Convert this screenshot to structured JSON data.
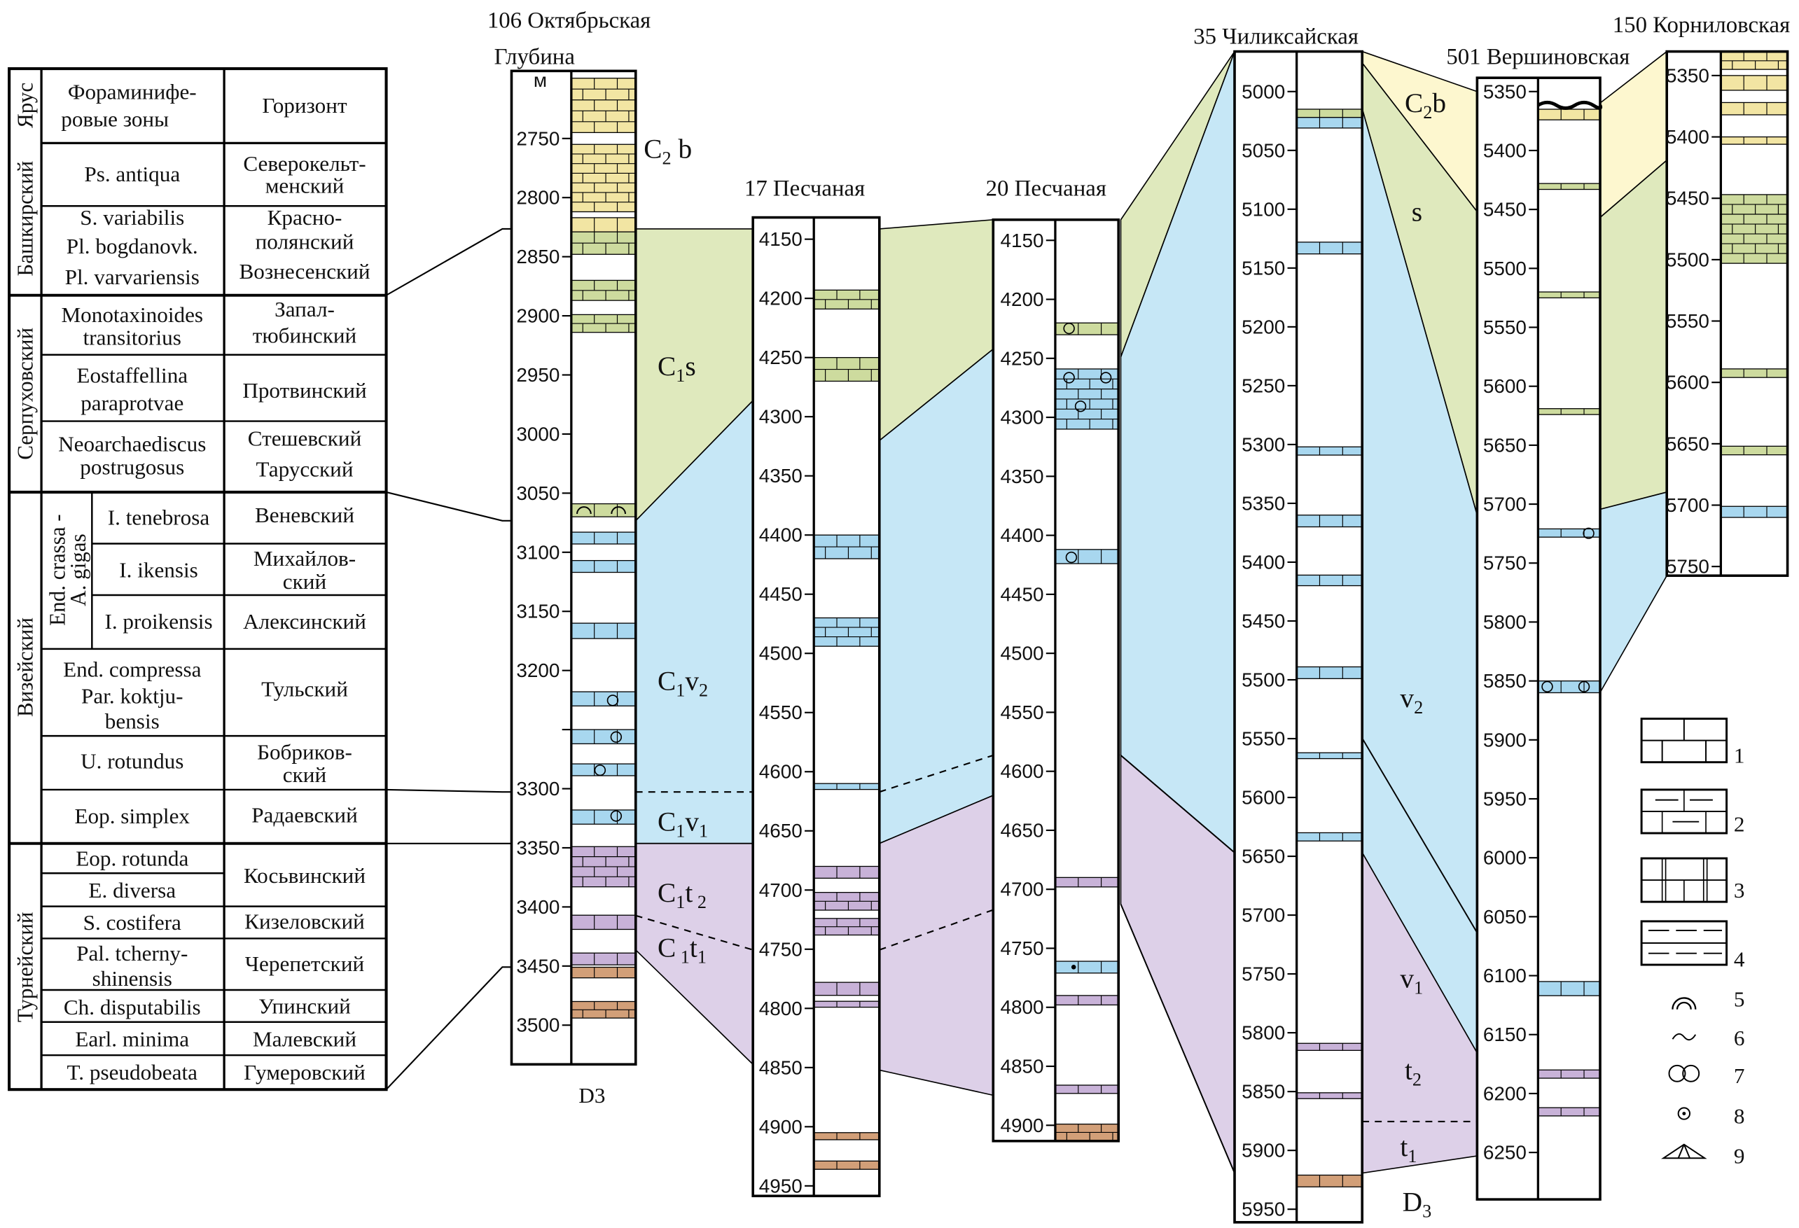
{
  "depth_label": "Глубина",
  "depth_unit": "м",
  "table": {
    "header": {
      "stage": "Ярус",
      "zone": [
        "Фораминифе-",
        "ровые зоны"
      ],
      "horizon": "Горизонт"
    },
    "stages": [
      "Башкирский",
      "Серпуховский",
      "Визейский",
      "Турнейский"
    ],
    "group_zone": [
      "End. crassa -",
      "A. gigas"
    ],
    "zones": [
      [
        "Ps. antiqua"
      ],
      [
        "S. variabilis",
        "Pl. bogdanovk.",
        "Pl. varvariensis"
      ],
      [
        "Monotaxinoides",
        "transitorius"
      ],
      [
        "Eostaffellina",
        "paraprotvae"
      ],
      [
        "Neoarchaediscus",
        "postrugosus"
      ],
      [
        "I. tenebrosa"
      ],
      [
        "I. ikensis"
      ],
      [
        "I. proikensis"
      ],
      [
        "End. compressa",
        "Par. koktju-",
        "bensis"
      ],
      [
        "U. rotundus"
      ],
      [
        "Eop. simplex"
      ],
      [
        "Eop. rotunda"
      ],
      [
        "E. diversa"
      ],
      [
        "S. costifera"
      ],
      [
        "Pal. tcherny-",
        "shinensis"
      ],
      [
        "Ch. disputabilis"
      ],
      [
        "Earl. minima"
      ],
      [
        "T. pseudobeata"
      ]
    ],
    "horizons": [
      [
        "Северокельт-",
        "менский"
      ],
      [
        "Красно-",
        "полянский"
      ],
      [
        "Вознесенский"
      ],
      [
        "Запал-",
        "тюбинский"
      ],
      [
        "Протвинский"
      ],
      [
        "Стешевский"
      ],
      [
        "Тарусский"
      ],
      [
        "Веневский"
      ],
      [
        "Михайлов-",
        "ский"
      ],
      [
        "Алексинский"
      ],
      [
        "Тульский"
      ],
      [
        "Бобриков-",
        "ский"
      ],
      [
        "Радаевский"
      ],
      [
        "Косьвинский"
      ],
      [
        "Кизеловский"
      ],
      [
        "Черепетский"
      ],
      [
        "Упинский"
      ],
      [
        "Малевский"
      ],
      [
        "Гумеровский"
      ]
    ]
  },
  "colors": {
    "zone_yellow": "#fdf7cf",
    "zone_green": "#dfe9bd",
    "zone_blue": "#c6e7f6",
    "zone_purple": "#ddd0e8",
    "bed_y": "#f2e5a3",
    "bed_g": "#cddb9e",
    "bed_b": "#a8d7ef",
    "bed_p": "#c8b2d8",
    "bed_r": "#d29f78"
  },
  "wells": [
    {
      "name": "106 Октябрьская",
      "ticks": [
        2750,
        2800,
        2850,
        2900,
        2950,
        3000,
        3050,
        3100,
        3150,
        3200,
        3300,
        3350,
        3400,
        3450,
        3500
      ],
      "minor_ticks": [
        3250
      ],
      "bottom_label": "D3",
      "beds": [
        [
          2699,
          2745,
          "y"
        ],
        [
          2755,
          2812,
          "y"
        ],
        [
          2817,
          2829,
          "y"
        ],
        [
          2829,
          2848,
          "g"
        ],
        [
          2870,
          2887,
          "g"
        ],
        [
          2899,
          2914,
          "g"
        ],
        [
          3059,
          3070,
          "g"
        ],
        [
          3083,
          3093,
          "b"
        ],
        [
          3107,
          3117,
          "b"
        ],
        [
          3160,
          3173,
          "b"
        ],
        [
          3218,
          3230,
          "b"
        ],
        [
          3250,
          3262,
          "b"
        ],
        [
          3279,
          3289,
          "b"
        ],
        [
          3318,
          3330,
          "b"
        ],
        [
          3349,
          3383,
          "p"
        ],
        [
          3407,
          3419,
          "p"
        ],
        [
          3439,
          3449,
          "p"
        ],
        [
          3451,
          3460,
          "r"
        ],
        [
          3480,
          3494,
          "r"
        ]
      ]
    },
    {
      "name": "17 Песчаная",
      "ticks": [
        4150,
        4200,
        4250,
        4300,
        4350,
        4400,
        4450,
        4500,
        4550,
        4600,
        4650,
        4700,
        4750,
        4800,
        4850,
        4900,
        4950
      ],
      "minor_ticks": [],
      "beds": [
        [
          4193,
          4209,
          "g"
        ],
        [
          4250,
          4270,
          "g"
        ],
        [
          4400,
          4420,
          "b"
        ],
        [
          4470,
          4494,
          "b"
        ],
        [
          4610,
          4615,
          "b"
        ],
        [
          4680,
          4690,
          "p"
        ],
        [
          4702,
          4717,
          "p"
        ],
        [
          4724,
          4738,
          "p"
        ],
        [
          4778,
          4789,
          "p"
        ],
        [
          4794,
          4799,
          "p"
        ],
        [
          4905,
          4911,
          "r"
        ],
        [
          4929,
          4936,
          "r"
        ]
      ]
    },
    {
      "name": "20 Песчаная",
      "ticks": [
        4150,
        4200,
        4250,
        4300,
        4350,
        4400,
        4450,
        4500,
        4550,
        4600,
        4650,
        4700,
        4750,
        4800,
        4850,
        4900
      ],
      "minor_ticks": [],
      "beds": [
        [
          4220,
          4230,
          "g"
        ],
        [
          4259,
          4310,
          "b"
        ],
        [
          4412,
          4424,
          "b"
        ],
        [
          4690,
          4698,
          "p"
        ],
        [
          4761,
          4771,
          "b"
        ],
        [
          4790,
          4798,
          "p"
        ],
        [
          4866,
          4873,
          "p"
        ],
        [
          4899,
          4913,
          "r"
        ]
      ]
    },
    {
      "name": "35 Чиликсайская",
      "ticks": [
        5000,
        5050,
        5100,
        5150,
        5200,
        5250,
        5300,
        5350,
        5400,
        5450,
        5500,
        5550,
        5600,
        5650,
        5700,
        5750,
        5800,
        5850,
        5900,
        5950
      ],
      "minor_ticks": [],
      "beds": [
        [
          5015,
          5022,
          "g"
        ],
        [
          5022,
          5031,
          "b"
        ],
        [
          5128,
          5138,
          "b"
        ],
        [
          5302,
          5309,
          "b"
        ],
        [
          5360,
          5370,
          "b"
        ],
        [
          5411,
          5420,
          "b"
        ],
        [
          5489,
          5499,
          "b"
        ],
        [
          5562,
          5567,
          "b"
        ],
        [
          5630,
          5637,
          "b"
        ],
        [
          5809,
          5815,
          "p"
        ],
        [
          5851,
          5856,
          "p"
        ],
        [
          5921,
          5931,
          "r"
        ]
      ]
    },
    {
      "name": "501 Вершиновская",
      "ticks": [
        5350,
        5400,
        5450,
        5500,
        5550,
        5600,
        5650,
        5700,
        5750,
        5800,
        5850,
        5900,
        5950,
        6000,
        6050,
        6100,
        6150,
        6200,
        6250
      ],
      "minor_ticks": [],
      "beds": [
        [
          5365,
          5374,
          "y"
        ],
        [
          5428,
          5433,
          "g"
        ],
        [
          5520,
          5525,
          "g"
        ],
        [
          5619,
          5624,
          "g"
        ],
        [
          5721,
          5728,
          "b"
        ],
        [
          5850,
          5860,
          "b"
        ],
        [
          6105,
          6117,
          "b"
        ],
        [
          6180,
          6187,
          "p"
        ],
        [
          6212,
          6219,
          "p"
        ]
      ]
    },
    {
      "name": "150 Корниловская",
      "ticks": [
        5350,
        5400,
        5450,
        5500,
        5550,
        5600,
        5650,
        5700,
        5750
      ],
      "minor_ticks": [],
      "beds": [
        [
          5331,
          5345,
          "y"
        ],
        [
          5350,
          5362,
          "y"
        ],
        [
          5372,
          5382,
          "y"
        ],
        [
          5400,
          5406,
          "y"
        ],
        [
          5447,
          5503,
          "g"
        ],
        [
          5589,
          5596,
          "g"
        ],
        [
          5652,
          5659,
          "g"
        ],
        [
          5701,
          5710,
          "b"
        ]
      ]
    }
  ],
  "zone_labels_left": [
    {
      "c": "C",
      "sub": "2",
      "rest": " b"
    },
    {
      "c": "C",
      "sub": "1",
      "rest": "s"
    },
    {
      "c": "C",
      "sub": "1",
      "rest": "v",
      "sub2": "2"
    },
    {
      "c": "C",
      "sub": "1",
      "rest": "v",
      "sub2": "1"
    },
    {
      "c": "C",
      "sub": "1",
      "rest": "t",
      "sub2": " 2"
    },
    {
      "c": "C",
      "sub": " 1",
      "rest": "t",
      "sub2": "1"
    }
  ],
  "zone_labels_right": [
    {
      "c": "C",
      "sub": "2",
      "rest": "b"
    },
    {
      "c": "s",
      "sub": "",
      "rest": ""
    },
    {
      "c": "v",
      "sub": "2",
      "rest": ""
    },
    {
      "c": "v",
      "sub": "1",
      "rest": ""
    },
    {
      "c": "t",
      "sub": "2",
      "rest": ""
    },
    {
      "c": "t",
      "sub": "1",
      "rest": ""
    },
    {
      "c": "D",
      "sub": "3",
      "rest": ""
    }
  ],
  "legend": [
    "1",
    "2",
    "3",
    "4",
    "5",
    "6",
    "7",
    "8",
    "9"
  ]
}
